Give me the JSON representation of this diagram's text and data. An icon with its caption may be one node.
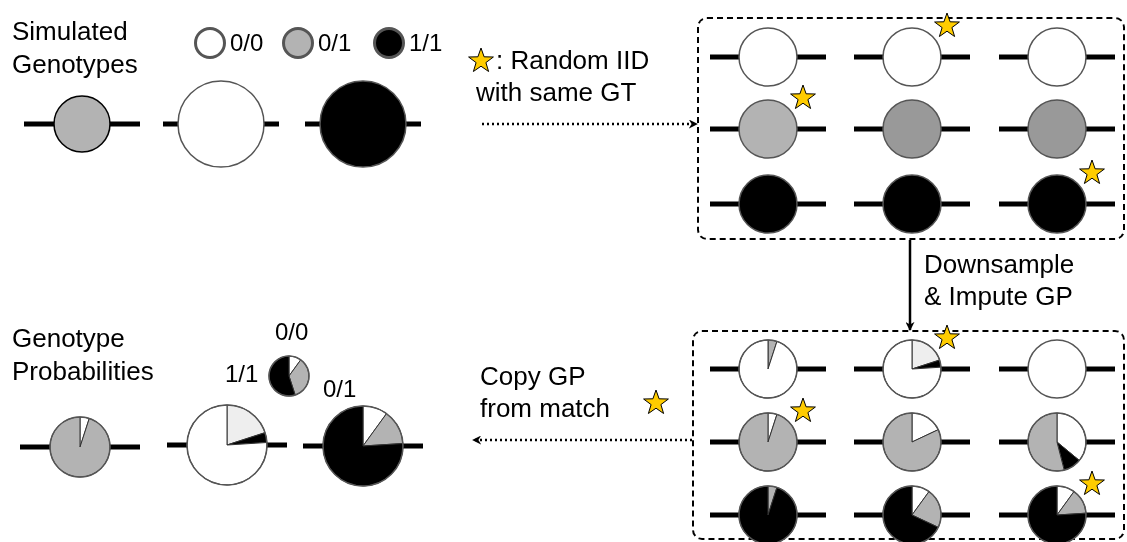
{
  "diagram": {
    "nodes": [
      {
        "text": [],
        "shape": "box"
      },
      {
        "text": [],
        "shape": "box"
      }
    ],
    "edges": [
      {
        "from": null,
        "to": 0,
        "arrow": "to",
        "style": "dashed",
        "label": ": Random IID with same GT"
      },
      {
        "from": 0,
        "to": 1,
        "arrow": "to",
        "label": "Downsample & Impute GP"
      },
      {
        "from": 1,
        "to": null,
        "arrow": "to",
        "style": "dashed",
        "label": "Copy GP from match"
      }
    ],
    "labels": [
      "Simulated Genotypes",
      "Genotype Probabilities",
      "0/0",
      "1/1",
      "0/1"
    ],
    "legend": [
      {
        "text": "0/0",
        "color": "#ffffff"
      },
      {
        "text": "0/1",
        "color": "#b3b3b3"
      },
      {
        "text": "1/1",
        "color": "#000000"
      }
    ]
  }
}
